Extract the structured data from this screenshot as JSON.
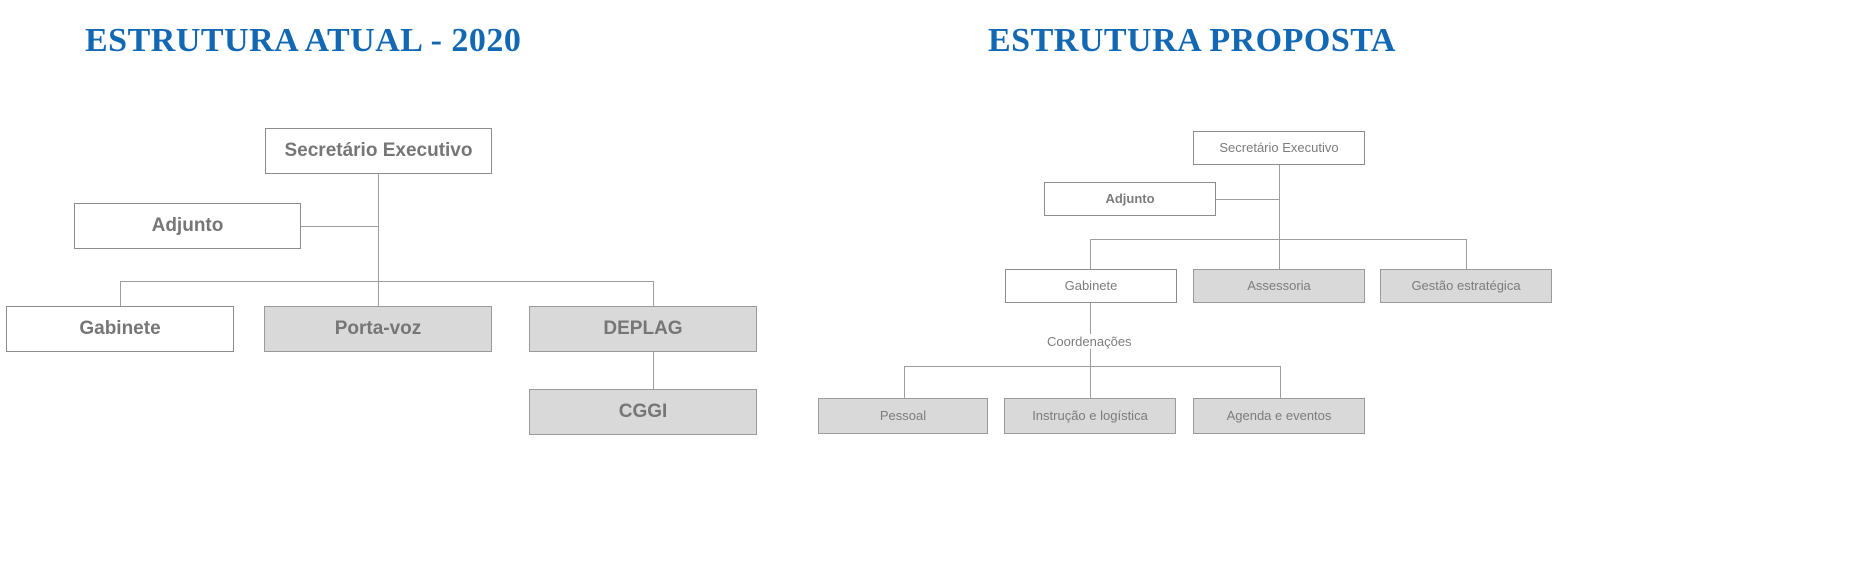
{
  "page": {
    "background": "#ffffff",
    "title_color": "#1268B3",
    "box_fill_gray": "#D9D9D9",
    "box_fill_white": "#FFFFFF",
    "box_border": "#8C8C8C",
    "text_color": "#7A7A7A",
    "line_color": "#9E9E9E"
  },
  "charts": [
    {
      "id": "estrutura-atual",
      "title": "ESTRUTURA ATUAL - 2020",
      "nodes": [
        {
          "key": "sec_exec",
          "label": "Secretário Executivo",
          "fill": "white"
        },
        {
          "key": "adjunto",
          "label": "Adjunto",
          "fill": "white"
        },
        {
          "key": "gabinete",
          "label": "Gabinete",
          "fill": "white"
        },
        {
          "key": "porta_voz",
          "label": "Porta-voz",
          "fill": "gray"
        },
        {
          "key": "deplag",
          "label": "DEPLAG",
          "fill": "gray"
        },
        {
          "key": "cggi",
          "label": "CGGI",
          "fill": "gray"
        }
      ],
      "edges": [
        {
          "from": "sec_exec",
          "to": "adjunto",
          "type": "staff"
        },
        {
          "from": "sec_exec",
          "to": "gabinete",
          "type": "child"
        },
        {
          "from": "sec_exec",
          "to": "porta_voz",
          "type": "child"
        },
        {
          "from": "sec_exec",
          "to": "deplag",
          "type": "child"
        },
        {
          "from": "deplag",
          "to": "cggi",
          "type": "child"
        }
      ]
    },
    {
      "id": "estrutura-proposta",
      "title": "ESTRUTURA PROPOSTA",
      "nodes": [
        {
          "key": "sec_exec",
          "label": "Secretário Executivo",
          "fill": "white"
        },
        {
          "key": "adjunto",
          "label": "Adjunto",
          "fill": "white"
        },
        {
          "key": "gabinete",
          "label": "Gabinete",
          "fill": "white"
        },
        {
          "key": "assessoria",
          "label": "Assessoria",
          "fill": "gray"
        },
        {
          "key": "gestao",
          "label": "Gestão estratégica",
          "fill": "gray"
        },
        {
          "key": "pessoal",
          "label": "Pessoal",
          "fill": "gray"
        },
        {
          "key": "instrucao",
          "label": "Instrução e logística",
          "fill": "gray"
        },
        {
          "key": "agenda",
          "label": "Agenda e eventos",
          "fill": "gray"
        }
      ],
      "labels": [
        {
          "key": "coordenacoes",
          "label": "Coordenações"
        }
      ],
      "edges": [
        {
          "from": "sec_exec",
          "to": "adjunto",
          "type": "staff"
        },
        {
          "from": "sec_exec",
          "to": "gabinete",
          "type": "child"
        },
        {
          "from": "sec_exec",
          "to": "assessoria",
          "type": "child"
        },
        {
          "from": "sec_exec",
          "to": "gestao",
          "type": "child"
        },
        {
          "from": "gabinete",
          "to": "pessoal",
          "type": "child"
        },
        {
          "from": "gabinete",
          "to": "instrucao",
          "type": "child"
        },
        {
          "from": "gabinete",
          "to": "agenda",
          "type": "child"
        }
      ]
    }
  ]
}
